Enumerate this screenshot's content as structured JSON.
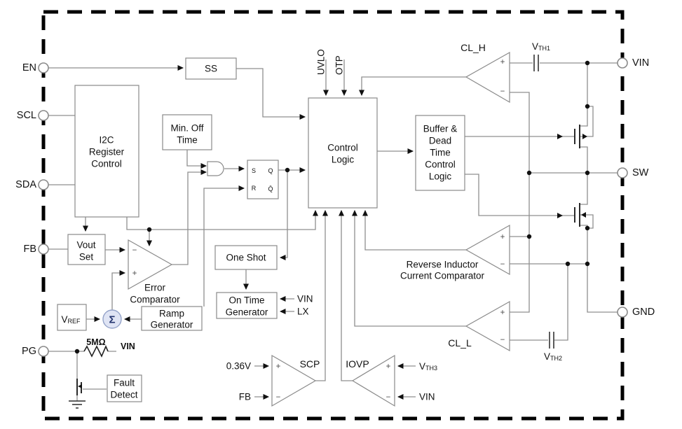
{
  "pins": {
    "en": "EN",
    "scl": "SCL",
    "sda": "SDA",
    "fb": "FB",
    "pg": "PG",
    "vin": "VIN",
    "sw": "SW",
    "gnd": "GND"
  },
  "blocks": {
    "ss": "SS",
    "i2c": [
      "I2C",
      "Register",
      "Control"
    ],
    "min_off": [
      "Min. Off",
      "Time"
    ],
    "control_logic": [
      "Control",
      "Logic"
    ],
    "buffer": [
      "Buffer &",
      "Dead",
      "Time",
      "Control",
      "Logic"
    ],
    "vout_set": [
      "Vout",
      "Set"
    ],
    "one_shot": "One Shot",
    "on_time": [
      "On Time",
      "Generator"
    ],
    "ramp": [
      "Ramp",
      "Generator"
    ],
    "fault": [
      "Fault",
      "Detect"
    ]
  },
  "latch": {
    "s": "S",
    "r": "R",
    "q": "Q",
    "q_bar": "Q̄"
  },
  "comparators": {
    "error": [
      "Error",
      "Comparator"
    ],
    "cl_h": "CL_H",
    "cl_l": "CL_L",
    "scp": "SCP",
    "iovp": "IOVP",
    "rev_ind": [
      "Reverse Inductor",
      "Current Comparator"
    ]
  },
  "signals": {
    "uvlo": "UVLO",
    "otp": "OTP",
    "vth1": {
      "main": "V",
      "sub": "TH1"
    },
    "vth2": {
      "main": "V",
      "sub": "TH2"
    },
    "vth3": {
      "main": "V",
      "sub": "TH3"
    },
    "vref": {
      "main": "V",
      "sub": "REF"
    },
    "v036": "0.36V",
    "fb_scp": "FB",
    "vin_ontime": "VIN",
    "lx_ontime": "LX",
    "vin_iovp": "VIN",
    "vin_pg": "VIN",
    "res_pg": "5MΩ",
    "sigma": "Σ",
    "plus": "+",
    "minus": "−"
  },
  "colors": {
    "wire": "#8f8f8f",
    "border": "#000000",
    "sum_fill": "#dfe4f4",
    "sum_stroke": "#93a2c8",
    "sum_glyph": "#24356f"
  }
}
